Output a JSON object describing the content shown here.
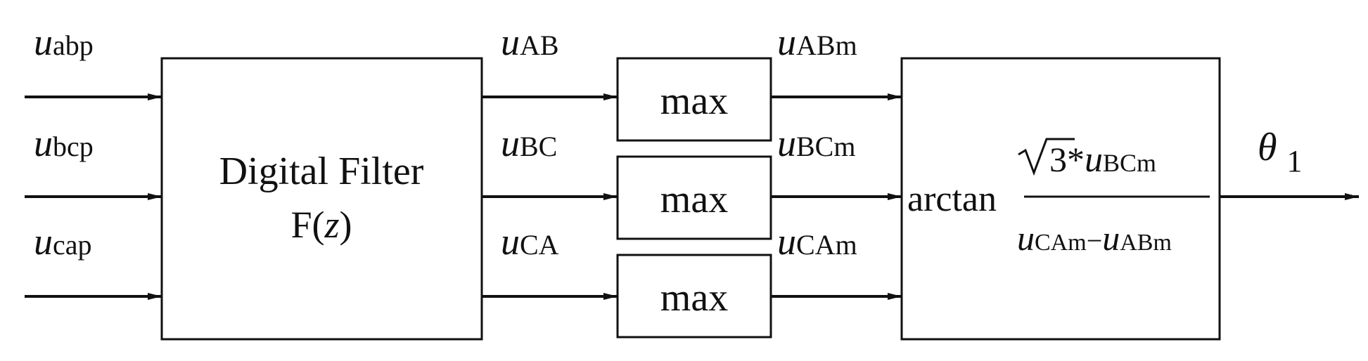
{
  "inputs": [
    {
      "var": "u",
      "sub": "abp"
    },
    {
      "var": "u",
      "sub": "bcp"
    },
    {
      "var": "u",
      "sub": "cap"
    }
  ],
  "filter": {
    "line1": "Digital Filter",
    "line2_prefix": "F(",
    "line2_var": "z",
    "line2_suffix": ")"
  },
  "filter_outputs": [
    {
      "var": "u",
      "sub": "AB"
    },
    {
      "var": "u",
      "sub": "BC"
    },
    {
      "var": "u",
      "sub": "CA"
    }
  ],
  "max_blocks": [
    "max",
    "max",
    "max"
  ],
  "max_outputs": [
    {
      "var": "u",
      "sub": "ABm"
    },
    {
      "var": "u",
      "sub": "BCm"
    },
    {
      "var": "u",
      "sub": "CAm"
    }
  ],
  "arctan_block": {
    "func": "arctan",
    "num_radical": "3",
    "num_star": "*",
    "num_var": "u",
    "num_sub": "BCm",
    "den_var1": "u",
    "den_sub1": "CAm",
    "den_minus": "−",
    "den_var2": "u",
    "den_sub2": "ABm"
  },
  "output": {
    "var": "θ",
    "sub": "1"
  },
  "colors": {
    "stroke": "#111111",
    "background": "#ffffff"
  }
}
